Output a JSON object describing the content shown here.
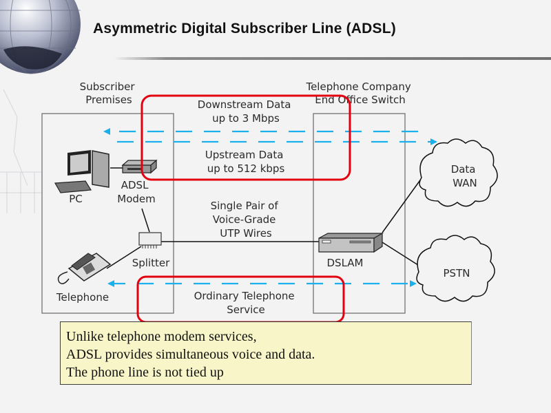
{
  "slide": {
    "title": "Asymmetric Digital Subscriber Line (ADSL)"
  },
  "diagram": {
    "subscriber_premises": [
      "Subscriber",
      "Premises"
    ],
    "telephone_company": [
      "Telephone Company",
      "End Office Switch"
    ],
    "downstream": [
      "Downstream Data",
      "up to 3 Mbps"
    ],
    "upstream": [
      "Upstream Data",
      "up to 512 kbps"
    ],
    "wires": [
      "Single Pair of",
      "Voice-Grade",
      "UTP Wires"
    ],
    "pots": [
      "Ordinary Telephone",
      "Service"
    ],
    "devices": {
      "pc": "PC",
      "modem": [
        "ADSL",
        "Modem"
      ],
      "splitter": "Splitter",
      "telephone": "Telephone",
      "dslam": "DSLAM"
    },
    "clouds": {
      "data_wan": [
        "Data",
        "WAN"
      ],
      "pstn": "PSTN"
    },
    "colors": {
      "arrow": "#1ab0ec",
      "highlight": "#e3000f",
      "note_bg": "#f8f6c8"
    }
  },
  "note": {
    "lines": [
      "Unlike telephone modem services,",
      "ADSL provides simultaneous voice and data.",
      "The phone line is not tied up"
    ]
  }
}
